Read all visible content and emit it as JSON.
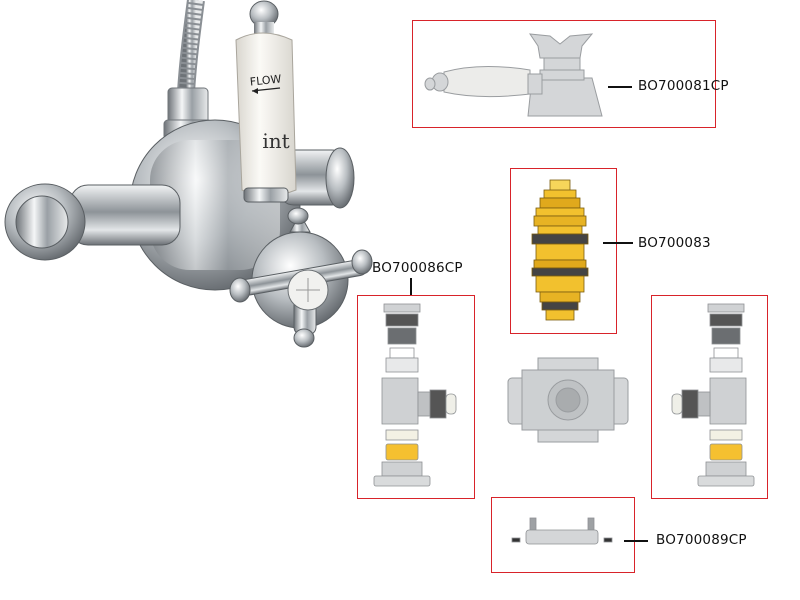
{
  "photo": {
    "handle_text": "FLOW",
    "brand_text": "int"
  },
  "parts": [
    {
      "id": "lever",
      "code": "BO700081CP"
    },
    {
      "id": "cartridge",
      "code": "BO700083"
    },
    {
      "id": "left-elbow",
      "code": "BO700086CP"
    },
    {
      "id": "bracket",
      "code": "BO700089CP"
    }
  ],
  "colors": {
    "frame": "#d8232a",
    "chrome": "#c7c9cb",
    "brass": "#f2c12e"
  }
}
